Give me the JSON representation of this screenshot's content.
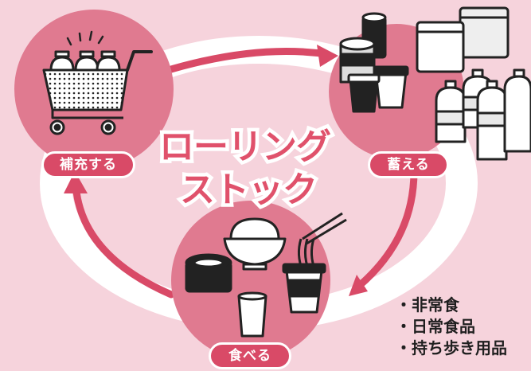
{
  "title": {
    "line1": "ローリング",
    "line2": "ストック"
  },
  "steps": {
    "replenish": "補充する",
    "store": "蓄える",
    "eat": "食べる"
  },
  "items": [
    "・非常食",
    "・日常食品",
    "・持ち歩き用品"
  ],
  "colors": {
    "background": "#f6d3dc",
    "circle": "#e07a90",
    "accent": "#d94a67",
    "title": "#e0516b",
    "white": "#ffffff"
  },
  "icons": [
    "shopping-cart-icon",
    "bottle-icon",
    "can-icon",
    "cup-noodle-icon",
    "zip-bag-icon",
    "rice-bowl-icon",
    "noodles-icon",
    "glass-icon"
  ]
}
